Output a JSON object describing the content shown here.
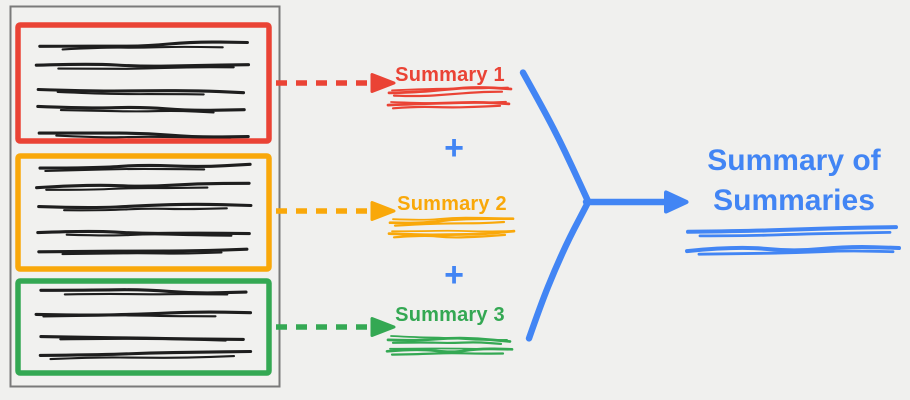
{
  "diagram": {
    "source_document": {
      "chunks": [
        {
          "id": "chunk-1",
          "color": "red",
          "text_line_count": 5
        },
        {
          "id": "chunk-2",
          "color": "yellow",
          "text_line_count": 5
        },
        {
          "id": "chunk-3",
          "color": "green",
          "text_line_count": 4
        }
      ]
    },
    "summaries": [
      {
        "label": "Summary 1",
        "color": "red"
      },
      {
        "label": "Summary 2",
        "color": "yellow"
      },
      {
        "label": "Summary 3",
        "color": "green"
      }
    ],
    "plus_operator": "+",
    "result": {
      "label": "Summary of Summaries",
      "color": "blue"
    }
  },
  "palette": {
    "red": "#EA4335",
    "yellow": "#F9A80A",
    "green": "#34A853",
    "blue": "#4285F4",
    "ink": "#1E1E1E",
    "frame_border": "#7A7A7A",
    "frame_fill": "#F1F1EF",
    "background": "#F0F0EE"
  }
}
